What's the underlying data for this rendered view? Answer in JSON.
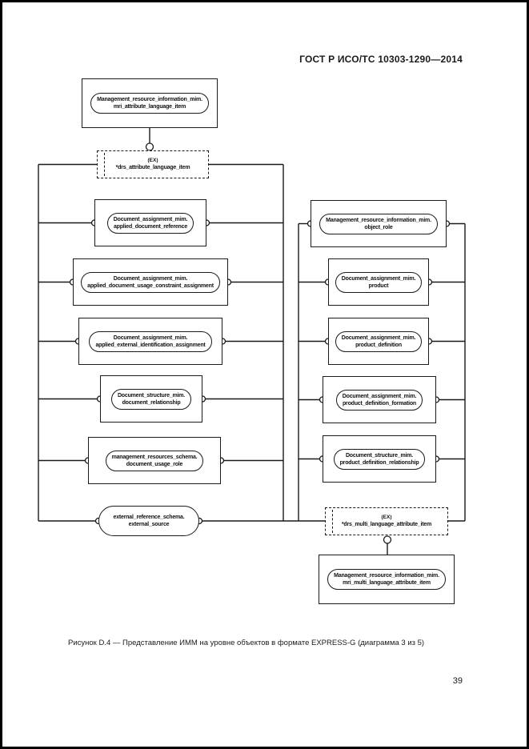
{
  "header": {
    "title": "ГОСТ Р ИСО/ТС 10303-1290—2014"
  },
  "diagram": {
    "nodes": {
      "top": {
        "line1": "Management_resource_information_mim.",
        "line2": "mri_attribute_language_item"
      },
      "ex_top": {
        "tag": "(EX)",
        "label": "*drs_attribute_language_item"
      },
      "l1": {
        "line1": "Document_assignment_mim.",
        "line2": "applied_document_reference"
      },
      "l2": {
        "line1": "Document_assignment_mim.",
        "line2": "applied_document_usage_constraint_assignment"
      },
      "l3": {
        "line1": "Document_assignment_mim.",
        "line2": "applied_external_identification_assignment"
      },
      "l4": {
        "line1": "Document_structure_mim.",
        "line2": "document_relationship"
      },
      "l5": {
        "line1": "management_resources_schema.",
        "line2": "document_usage_role"
      },
      "l6": {
        "line1": "external_reference_schema.",
        "line2": "external_source"
      },
      "r1": {
        "line1": "Management_resource_information_mim.",
        "line2": "object_role"
      },
      "r2": {
        "line1": "Document_assignment_mim.",
        "line2": "product"
      },
      "r3": {
        "line1": "Document_assignment_mim.",
        "line2": "product_definition"
      },
      "r4": {
        "line1": "Document_assignment_mim.",
        "line2": "product_definition_formation"
      },
      "r5": {
        "line1": "Document_structure_mim.",
        "line2": "product_definition_relationship"
      },
      "ex_bottom": {
        "tag": "(EX)",
        "label": "*drs_multi_language_attribute_item"
      },
      "bottom": {
        "line1": "Management_resource_information_mim.",
        "line2": "mri_multi_language_attribute_item"
      }
    },
    "line_color": "#1a1a1a"
  },
  "caption": "Рисунок D.4 — Представление ИММ на уровне объектов в формате EXPRESS-G (диаграмма 3 из 5)",
  "page_number": "39"
}
